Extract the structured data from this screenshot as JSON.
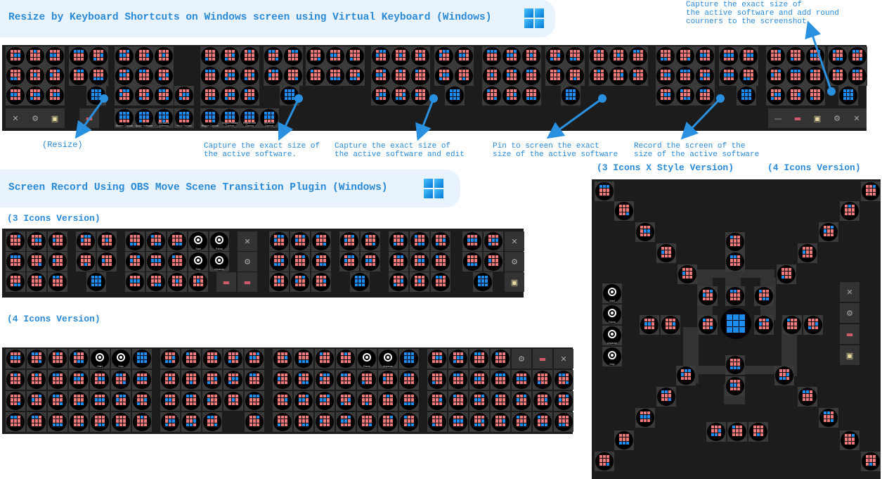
{
  "headings": {
    "resize": "Resize by Keyboard Shortcuts on Windows screen using Virtual Keyboard (Windows)",
    "obs": "Screen Record Using OBS Move Scene Transition Plugin (Windows)"
  },
  "notes": {
    "resize": "(Resize)",
    "capture_active": "Capture the exact size of\nthe active software.",
    "capture_edit": "Capture the exact size of\nthe active software and edit",
    "pin": "Pin to screen the exact\nsize of the active software",
    "record": "Record the screen of the\nsize of the active software",
    "round_corners": "Capture the exact size of\nthe active software and add round\ncourners to the screenshot."
  },
  "versions": {
    "three_icons": "(3 Icons Version)",
    "four_icons": "(4 Icons Version)",
    "x_style": "(3 Icons X Style Version)",
    "four_icons_right": "(4 Icons Version)"
  },
  "capture_labels": [
    "Screen Capture",
    "Active Software",
    "Not Active Software",
    "Pin to Screen",
    "Region Capture",
    "Region Resize Capture",
    "Region Edit Capture",
    "Text OCR Capture"
  ],
  "obs_labels": {
    "start": "Start",
    "pause": "Pause",
    "stop": "Stop",
    "unpause": "Unpause"
  },
  "icons": {
    "close": "close-icon",
    "settings": "gear-icon",
    "note": "sticky-note-icon",
    "flag": "us-flag-icon",
    "minimize": "minimize-icon",
    "windows": "windows-logo-icon"
  },
  "colors": {
    "accent": "#2a8ad8",
    "panel": "#1c1c1c",
    "tile_pink": "#f07a7a",
    "tile_blue": "#1e8cf0"
  }
}
